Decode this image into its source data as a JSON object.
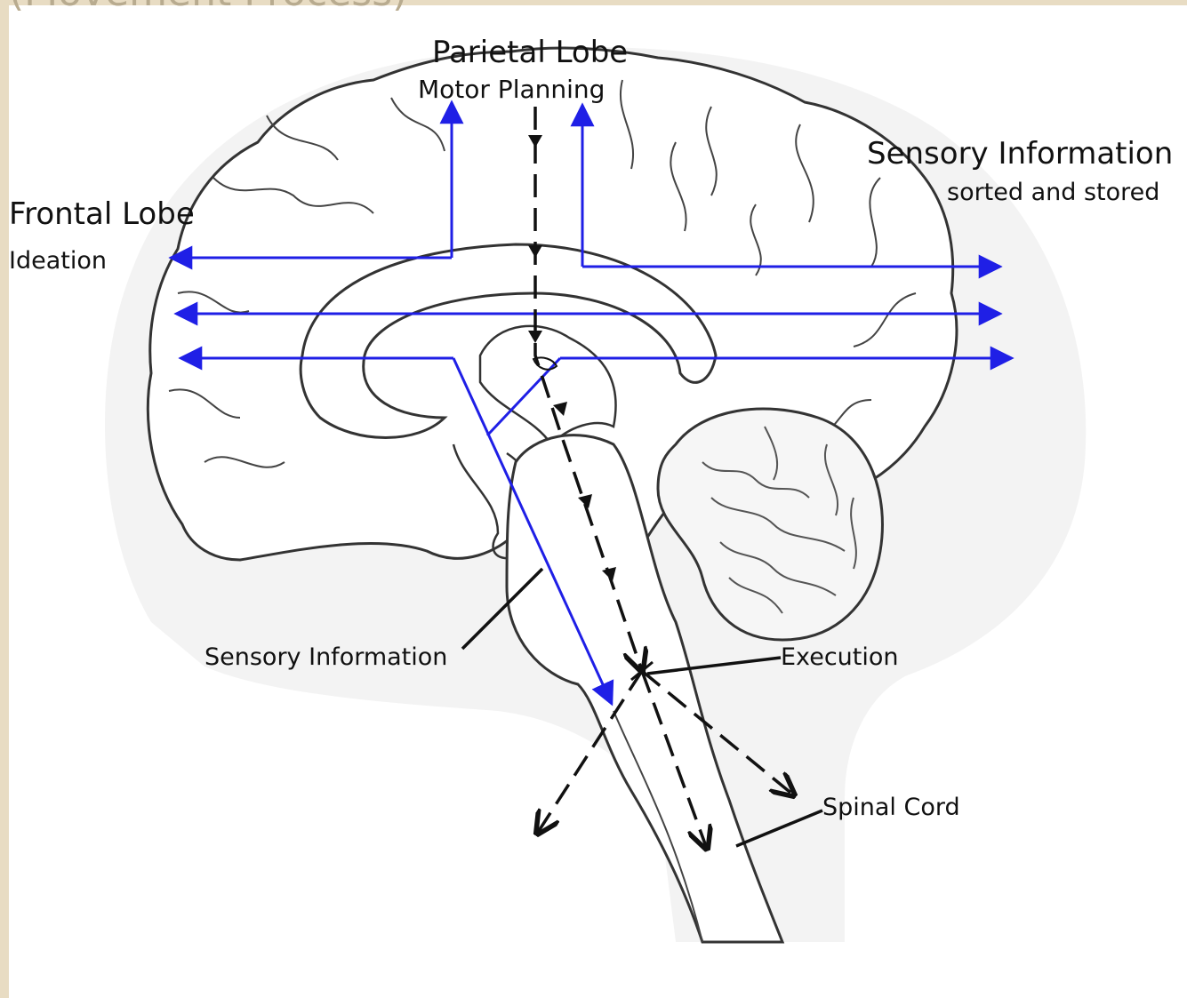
{
  "header": {
    "partial_caption": "(Movement Process)"
  },
  "labels": {
    "parietal_lobe": "Parietal Lobe",
    "motor_planning": "Motor Planning",
    "sensory_information_top": "Sensory Information",
    "sorted_and_stored": "sorted and stored",
    "frontal_lobe": "Frontal Lobe",
    "ideation": "Ideation",
    "sensory_information_bottom": "Sensory Information",
    "execution": "Execution",
    "spinal_cord": "Spinal Cord"
  },
  "colors": {
    "sensory_path": "#1f1fe6",
    "motor_path": "#111111",
    "brain_outline": "#333333",
    "background_frame": "#e8dcc3"
  }
}
